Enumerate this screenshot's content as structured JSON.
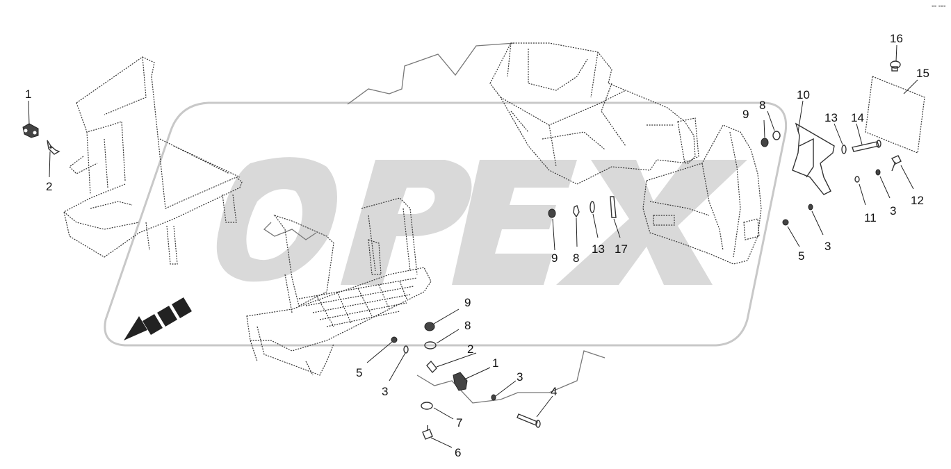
{
  "watermark": {
    "text": "OPEX"
  },
  "corner_mark": "°° °°°",
  "callouts": [
    {
      "id": "c1a",
      "label": "1"
    },
    {
      "id": "c2a",
      "label": "2"
    },
    {
      "id": "c16",
      "label": "16"
    },
    {
      "id": "c15",
      "label": "15"
    },
    {
      "id": "c10",
      "label": "10"
    },
    {
      "id": "c9a",
      "label": "9"
    },
    {
      "id": "c8a",
      "label": "8"
    },
    {
      "id": "c13a",
      "label": "13"
    },
    {
      "id": "c14",
      "label": "14"
    },
    {
      "id": "c11",
      "label": "11"
    },
    {
      "id": "c3a",
      "label": "3"
    },
    {
      "id": "c12",
      "label": "12"
    },
    {
      "id": "c9b",
      "label": "9"
    },
    {
      "id": "c8b",
      "label": "8"
    },
    {
      "id": "c13b",
      "label": "13"
    },
    {
      "id": "c17",
      "label": "17"
    },
    {
      "id": "c5a",
      "label": "5"
    },
    {
      "id": "c3b",
      "label": "3"
    },
    {
      "id": "c9c",
      "label": "9"
    },
    {
      "id": "c8c",
      "label": "8"
    },
    {
      "id": "c2b",
      "label": "2"
    },
    {
      "id": "c1b",
      "label": "1"
    },
    {
      "id": "c5b",
      "label": "5"
    },
    {
      "id": "c3c",
      "label": "3"
    },
    {
      "id": "c3d",
      "label": "3"
    },
    {
      "id": "c4",
      "label": "4"
    },
    {
      "id": "c7",
      "label": "7"
    },
    {
      "id": "c6",
      "label": "6"
    }
  ]
}
